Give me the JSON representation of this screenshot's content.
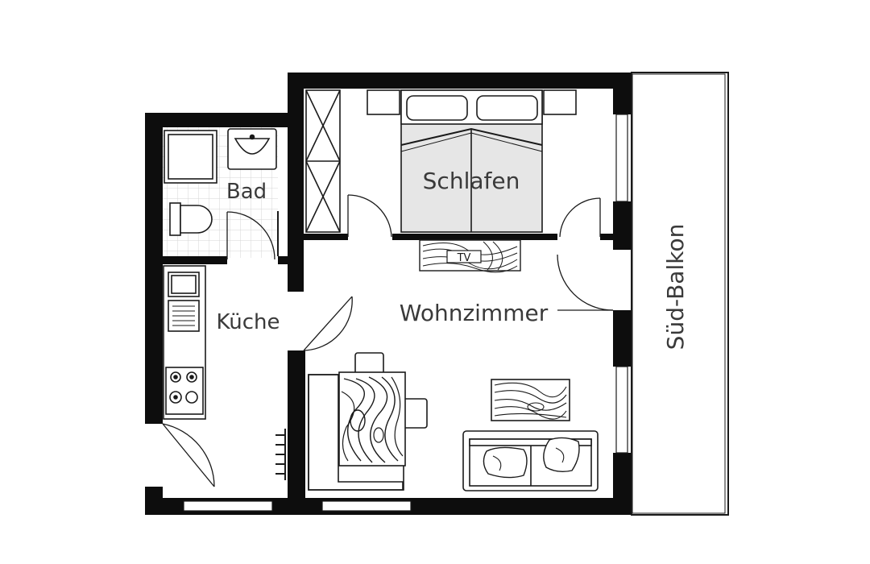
{
  "rooms": {
    "bad": "Bad",
    "kueche": "Küche",
    "schlafen": "Schlafen",
    "wohnzimmer": "Wohnzimmer",
    "balkon": "Süd-Balkon"
  },
  "labels": {
    "tv": "TV"
  },
  "colors": {
    "wall": "#0d0d0d",
    "line": "#1a1a1a",
    "tile": "#d6d6d6",
    "bed_fill": "#e6e6e6",
    "text": "#3a3a3a"
  }
}
